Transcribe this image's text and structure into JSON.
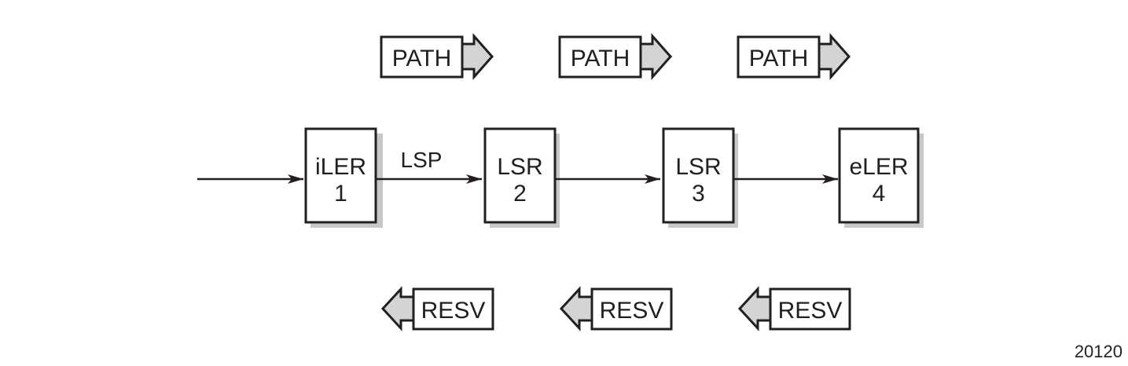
{
  "colors": {
    "stroke": "#231f20",
    "shadow": "#c8c8c8",
    "arrow_fill": "#d4d4d4",
    "background": "#ffffff"
  },
  "nodes": [
    {
      "line1": "iLER",
      "line2": "1"
    },
    {
      "line1": "LSR",
      "line2": "2"
    },
    {
      "line1": "LSR",
      "line2": "3"
    },
    {
      "line1": "eLER",
      "line2": "4"
    }
  ],
  "link_label": "LSP",
  "path_messages": [
    "PATH",
    "PATH",
    "PATH"
  ],
  "resv_messages": [
    "RESV",
    "RESV",
    "RESV"
  ],
  "figure_id": "20120"
}
